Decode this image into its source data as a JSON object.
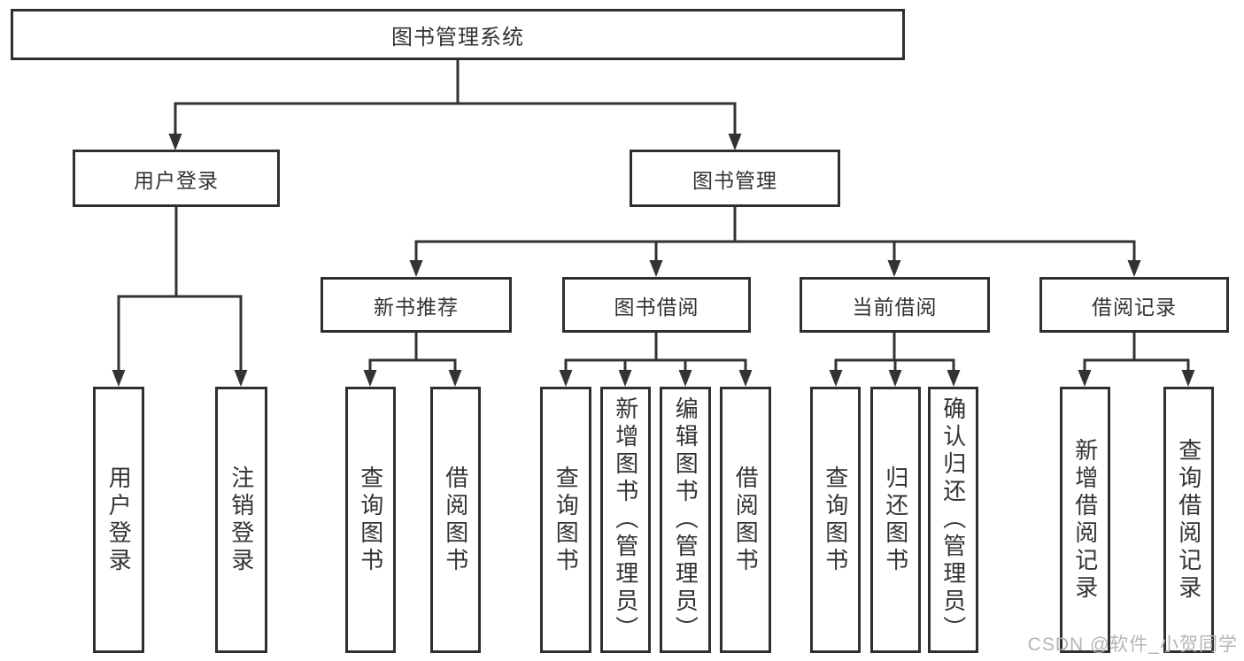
{
  "diagram": {
    "tree": {
      "label": "图书管理系统",
      "children": [
        {
          "label": "用户登录",
          "children": [
            {
              "label": "用户登录"
            },
            {
              "label": "注销登录"
            }
          ]
        },
        {
          "label": "图书管理",
          "children": [
            {
              "label": "新书推荐",
              "children": [
                {
                  "label": "查询图书"
                },
                {
                  "label": "借阅图书"
                }
              ]
            },
            {
              "label": "图书借阅",
              "children": [
                {
                  "label": "查询图书"
                },
                {
                  "label": "新增图书（管理员）"
                },
                {
                  "label": "编辑图书（管理员）"
                },
                {
                  "label": "借阅图书"
                }
              ]
            },
            {
              "label": "当前借阅",
              "children": [
                {
                  "label": "查询图书"
                },
                {
                  "label": "归还图书"
                },
                {
                  "label": "确认归还（管理员）"
                }
              ]
            },
            {
              "label": "借阅记录",
              "children": [
                {
                  "label": "新增借阅记录"
                },
                {
                  "label": "查询借阅记录"
                }
              ]
            }
          ]
        }
      ]
    },
    "colors": {
      "line": "#333333",
      "text": "#333333",
      "background": "#ffffff",
      "watermark": "#b5b5b5"
    }
  },
  "watermark": {
    "text": "CSDN @软件_小贺同学"
  }
}
